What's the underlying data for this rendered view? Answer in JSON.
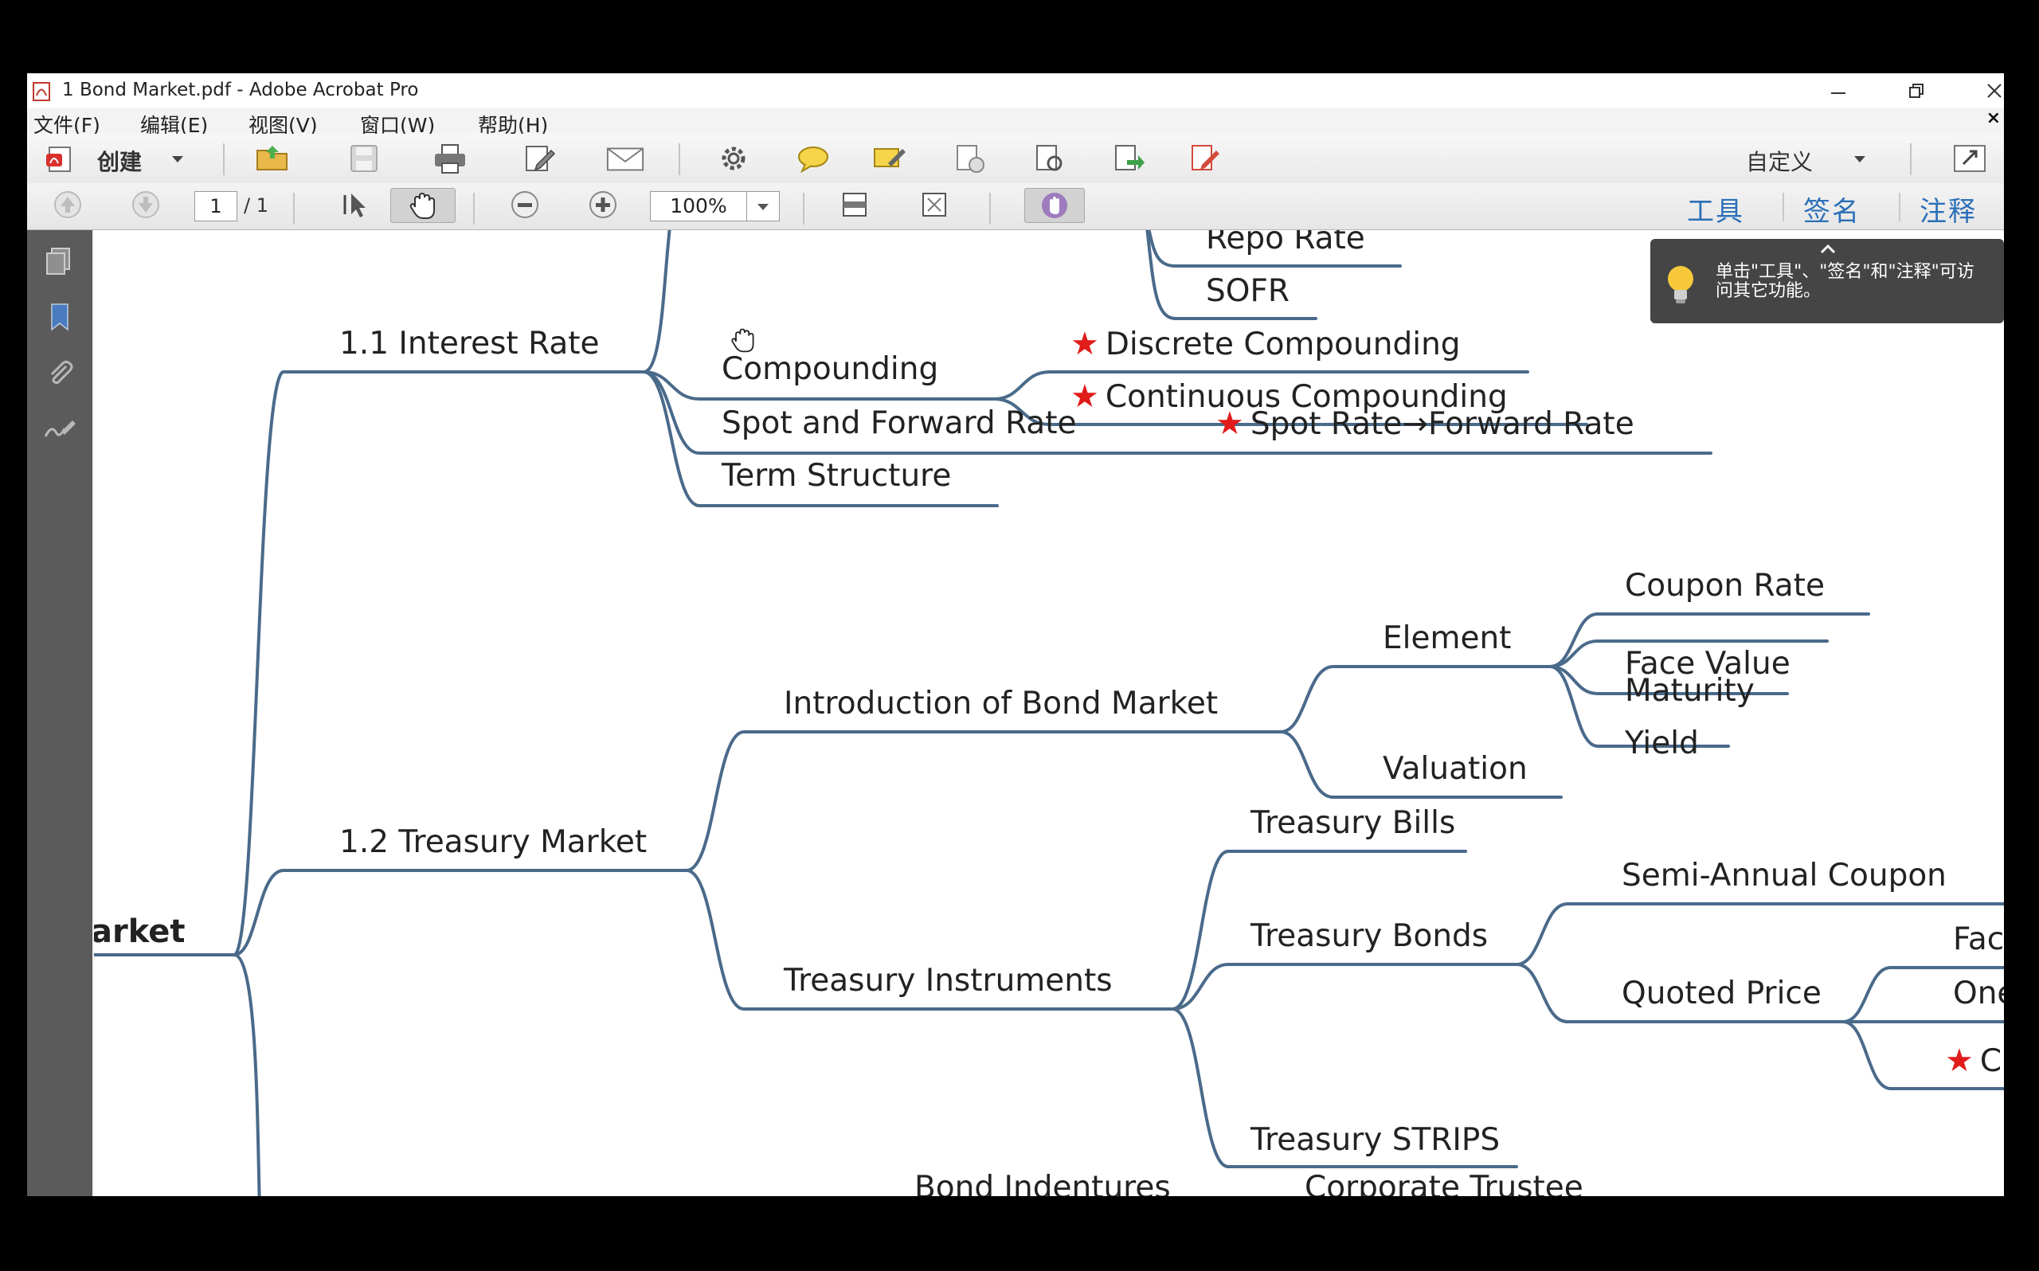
{
  "window": {
    "title": "1 Bond Market.pdf - Adobe Acrobat Pro"
  },
  "menu": [
    "文件(F)",
    "编辑(E)",
    "视图(V)",
    "窗口(W)",
    "帮助(H)"
  ],
  "toolbar": {
    "create_label": "创建",
    "customize_label": "自定义"
  },
  "nav": {
    "page_current": "1",
    "page_total": "/ 1",
    "zoom": "100%"
  },
  "pane_links": [
    "工具",
    "签名",
    "注释"
  ],
  "tooltip": {
    "text": "单击\"工具\"、\"签名\"和\"注释\"可访问其它功能。"
  },
  "mindmap": {
    "root": "arket",
    "nodes": {
      "repo_rate": "Repo Rate",
      "sofr": "SOFR",
      "interest_rate": "1.1 Interest Rate",
      "compounding": "Compounding",
      "discrete": "Discrete Compounding",
      "continuous": "Continuous Compounding",
      "spot_forward": "Spot and Forward Rate",
      "spot_to_forward": "Spot Rate→Forward Rate",
      "term_structure": "Term Structure",
      "treasury_market": "1.2 Treasury Market",
      "intro_bond": "Introduction of Bond Market",
      "element": "Element",
      "coupon_rate": "Coupon Rate",
      "face_value": "Face Value",
      "maturity": "Maturity",
      "yield": "Yield",
      "valuation": "Valuation",
      "treasury_instruments": "Treasury Instruments",
      "treasury_bills": "Treasury Bills",
      "treasury_bonds": "Treasury Bonds",
      "semi_annual": "Semi-Annual Coupon",
      "quoted_price": "Quoted Price",
      "face_cut": "Face",
      "one_cut": "One",
      "cl_cut": "Cle",
      "treasury_strips": "Treasury STRIPS",
      "bond_indentures": "Bond Indentures",
      "corporate_trustee": "Corporate Trustee"
    },
    "line_color": "#4a6a8a",
    "star_color": "#e21b1b"
  }
}
